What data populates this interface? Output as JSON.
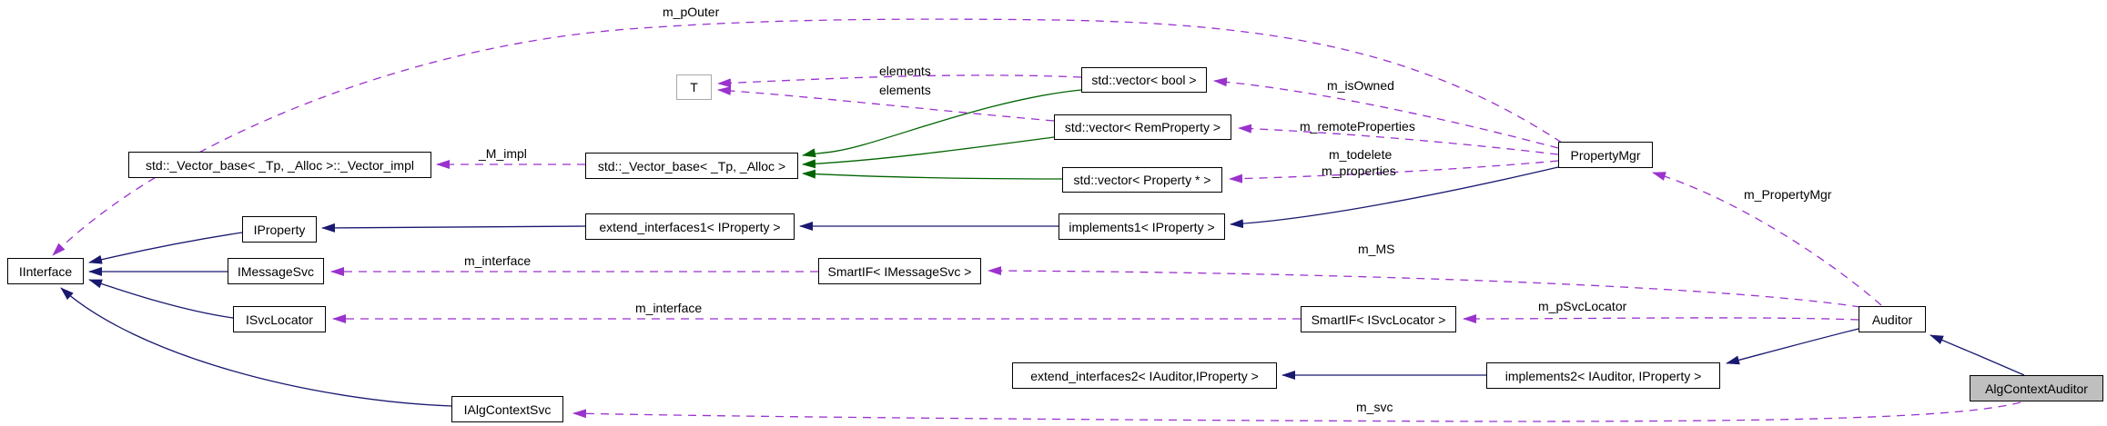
{
  "colors": {
    "inheritance_edge": "#191970",
    "template_inheritance_edge": "#006400",
    "usage_edge": "#9a32cd",
    "node_border": "#000000",
    "template_param_border": "#a8a8a8",
    "highlight_node_fill": "#bfbfbf",
    "background": "#ffffff"
  },
  "nodes": {
    "iinterface": {
      "label": "IInterface"
    },
    "vector_impl": {
      "label": "std::_Vector_base< _Tp, _Alloc >::_Vector_impl"
    },
    "iproperty": {
      "label": "IProperty"
    },
    "imessagesvc": {
      "label": "IMessageSvc"
    },
    "isvclocator": {
      "label": "ISvcLocator"
    },
    "ialgcontextsvc": {
      "label": "IAlgContextSvc"
    },
    "t": {
      "label": "T"
    },
    "vector_base": {
      "label": "std::_Vector_base< _Tp, _Alloc >"
    },
    "extend_interfaces1": {
      "label": "extend_interfaces1< IProperty >"
    },
    "smartif_imessagesvc": {
      "label": "SmartIF< IMessageSvc >"
    },
    "vector_bool": {
      "label": "std::vector< bool >"
    },
    "vector_remproperty": {
      "label": "std::vector< RemProperty >"
    },
    "vector_property": {
      "label": "std::vector< Property * >"
    },
    "implements1": {
      "label": "implements1< IProperty >"
    },
    "extend_interfaces2": {
      "label": "extend_interfaces2< IAuditor,IProperty >"
    },
    "smartif_isvclocator": {
      "label": "SmartIF< ISvcLocator >"
    },
    "implements2": {
      "label": "implements2< IAuditor, IProperty >"
    },
    "propertymgr": {
      "label": "PropertyMgr"
    },
    "auditor": {
      "label": "Auditor"
    },
    "algcontextauditor": {
      "label": "AlgContextAuditor"
    }
  },
  "edge_labels": {
    "m_pOuter": "m_pOuter",
    "elements": "elements",
    "m_isOwned": "m_isOwned",
    "m_remoteProperties": "m_remoteProperties",
    "m_todelete": "m_todelete",
    "m_properties": "m_properties",
    "M_impl": "_M_impl",
    "m_interface": "m_interface",
    "m_MS": "m_MS",
    "m_pSvcLocator": "m_pSvcLocator",
    "m_PropertyMgr": "m_PropertyMgr",
    "m_svc": "m_svc"
  }
}
